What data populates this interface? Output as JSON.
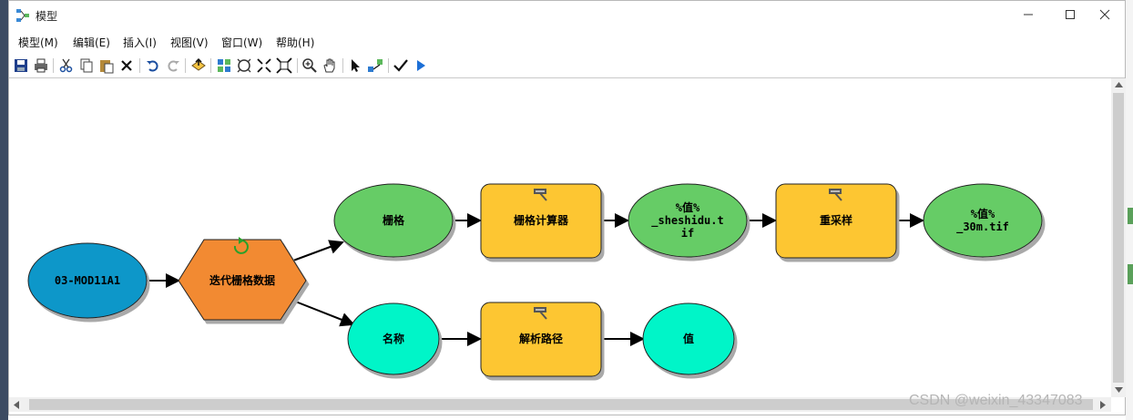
{
  "window": {
    "title": "模型"
  },
  "menu": [
    "模型(M)",
    "编辑(E)",
    "插入(I)",
    "视图(V)",
    "窗口(W)",
    "帮助(H)"
  ],
  "toolbar_icons": [
    "save-icon",
    "print-icon",
    "cut-icon",
    "copy-icon",
    "paste-icon",
    "delete-icon",
    "undo-icon",
    "redo-icon",
    "add-data-icon",
    "auto-layout-icon",
    "full-extent-icon",
    "fixed-zoom-in-icon",
    "fixed-zoom-out-icon",
    "zoom-in-icon",
    "pan-icon",
    "select-icon",
    "connect-icon",
    "validate-icon",
    "run-icon"
  ],
  "model": {
    "input": "03-MOD11A1",
    "iterator": "迭代栅格数据",
    "raster": "栅格",
    "raster_calc": "栅格计算器",
    "sheshidu_line1": "%值%",
    "sheshidu_line2": "_sheshidu.t",
    "sheshidu_line3": "if",
    "resample": "重采样",
    "out_line1": "%值%",
    "out_line2": "_30m.tif",
    "name": "名称",
    "parse_path": "解析路径",
    "value": "值"
  },
  "colors": {
    "input": "#0f97c9",
    "iterator": "#f28a30",
    "variable": "#66cc66",
    "tool": "#fdc633",
    "derived": "#00f5c8"
  },
  "watermark": "CSDN @weixin_43347083"
}
